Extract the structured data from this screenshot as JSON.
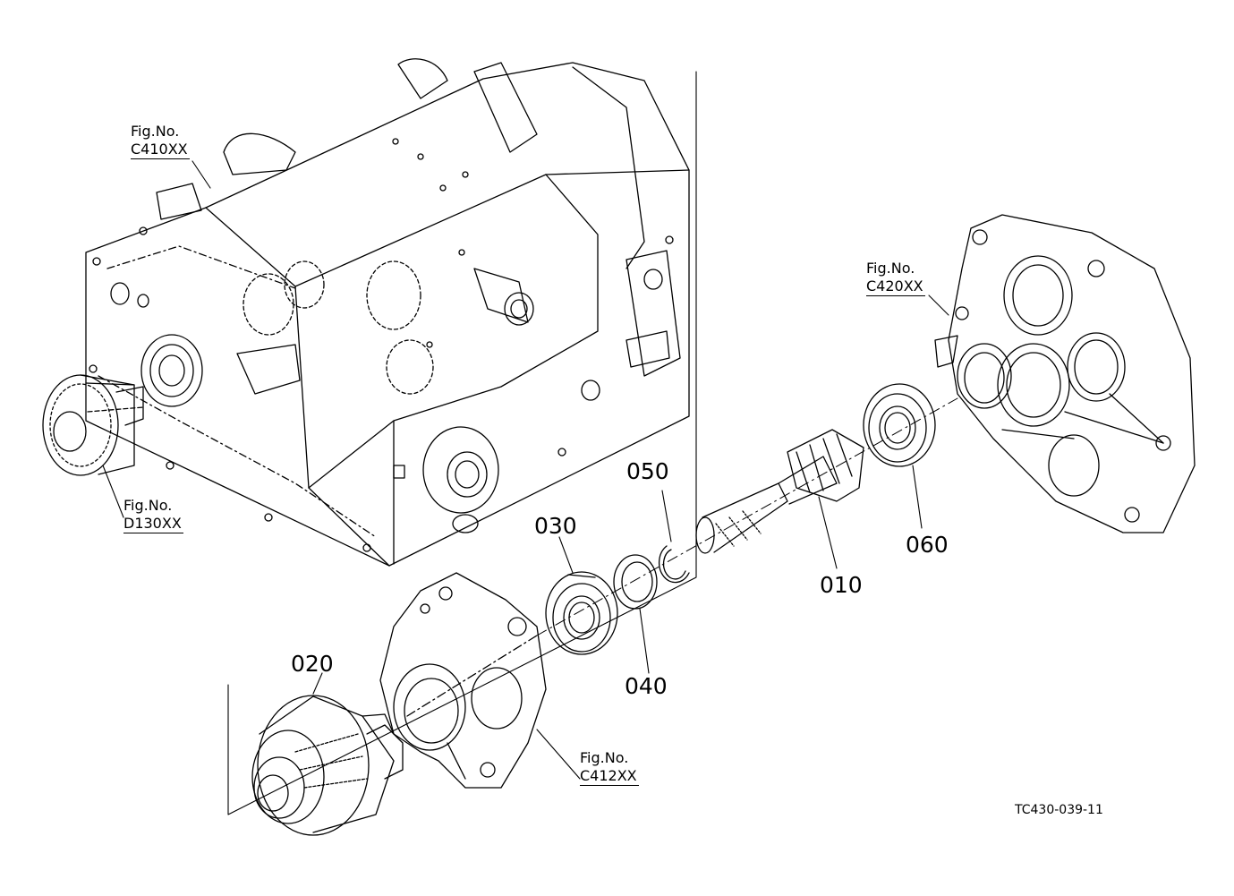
{
  "drawing_id": "TC430-039-11",
  "part_callouts": [
    {
      "id": "010",
      "label": "010"
    },
    {
      "id": "020",
      "label": "020"
    },
    {
      "id": "030",
      "label": "030"
    },
    {
      "id": "040",
      "label": "040"
    },
    {
      "id": "050",
      "label": "050"
    },
    {
      "id": "060",
      "label": "060"
    }
  ],
  "figure_refs": [
    {
      "id": "c410",
      "line1": "Fig.No.",
      "line2": "C410XX"
    },
    {
      "id": "c420",
      "line1": "Fig.No.",
      "line2": "C420XX"
    },
    {
      "id": "d130",
      "line1": "Fig.No.",
      "line2": "D130XX"
    },
    {
      "id": "c412",
      "line1": "Fig.No.",
      "line2": "C412XX"
    }
  ],
  "colors": {
    "line": "#000000",
    "background": "#ffffff"
  }
}
